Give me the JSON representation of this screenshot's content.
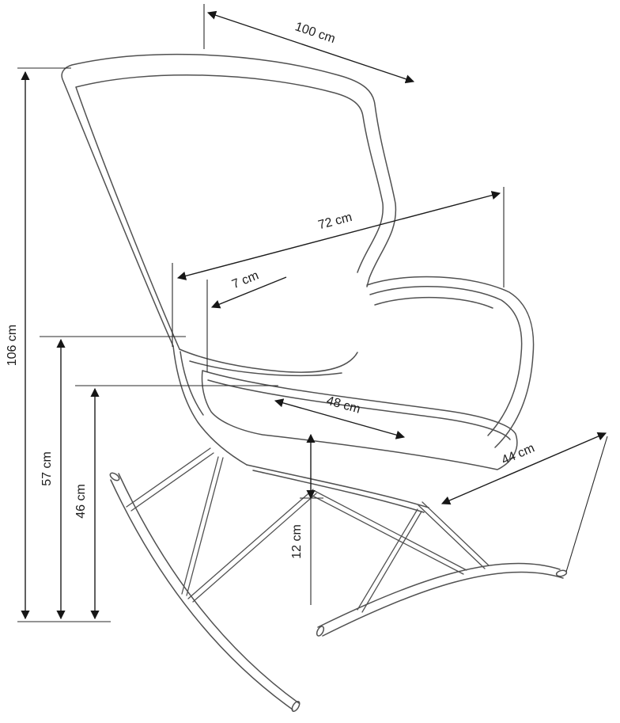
{
  "dims": {
    "d100": "100 cm",
    "d72": "72 cm",
    "d7": "7 cm",
    "d106": "106 cm",
    "d57": "57 cm",
    "d46": "46 cm",
    "d48": "48 cm",
    "d44": "44 cm",
    "d12": "12 cm"
  },
  "style": {
    "dimension_line_color": "#1c1c1c",
    "sketch_line_color": "#515151",
    "background_color": "#ffffff"
  }
}
